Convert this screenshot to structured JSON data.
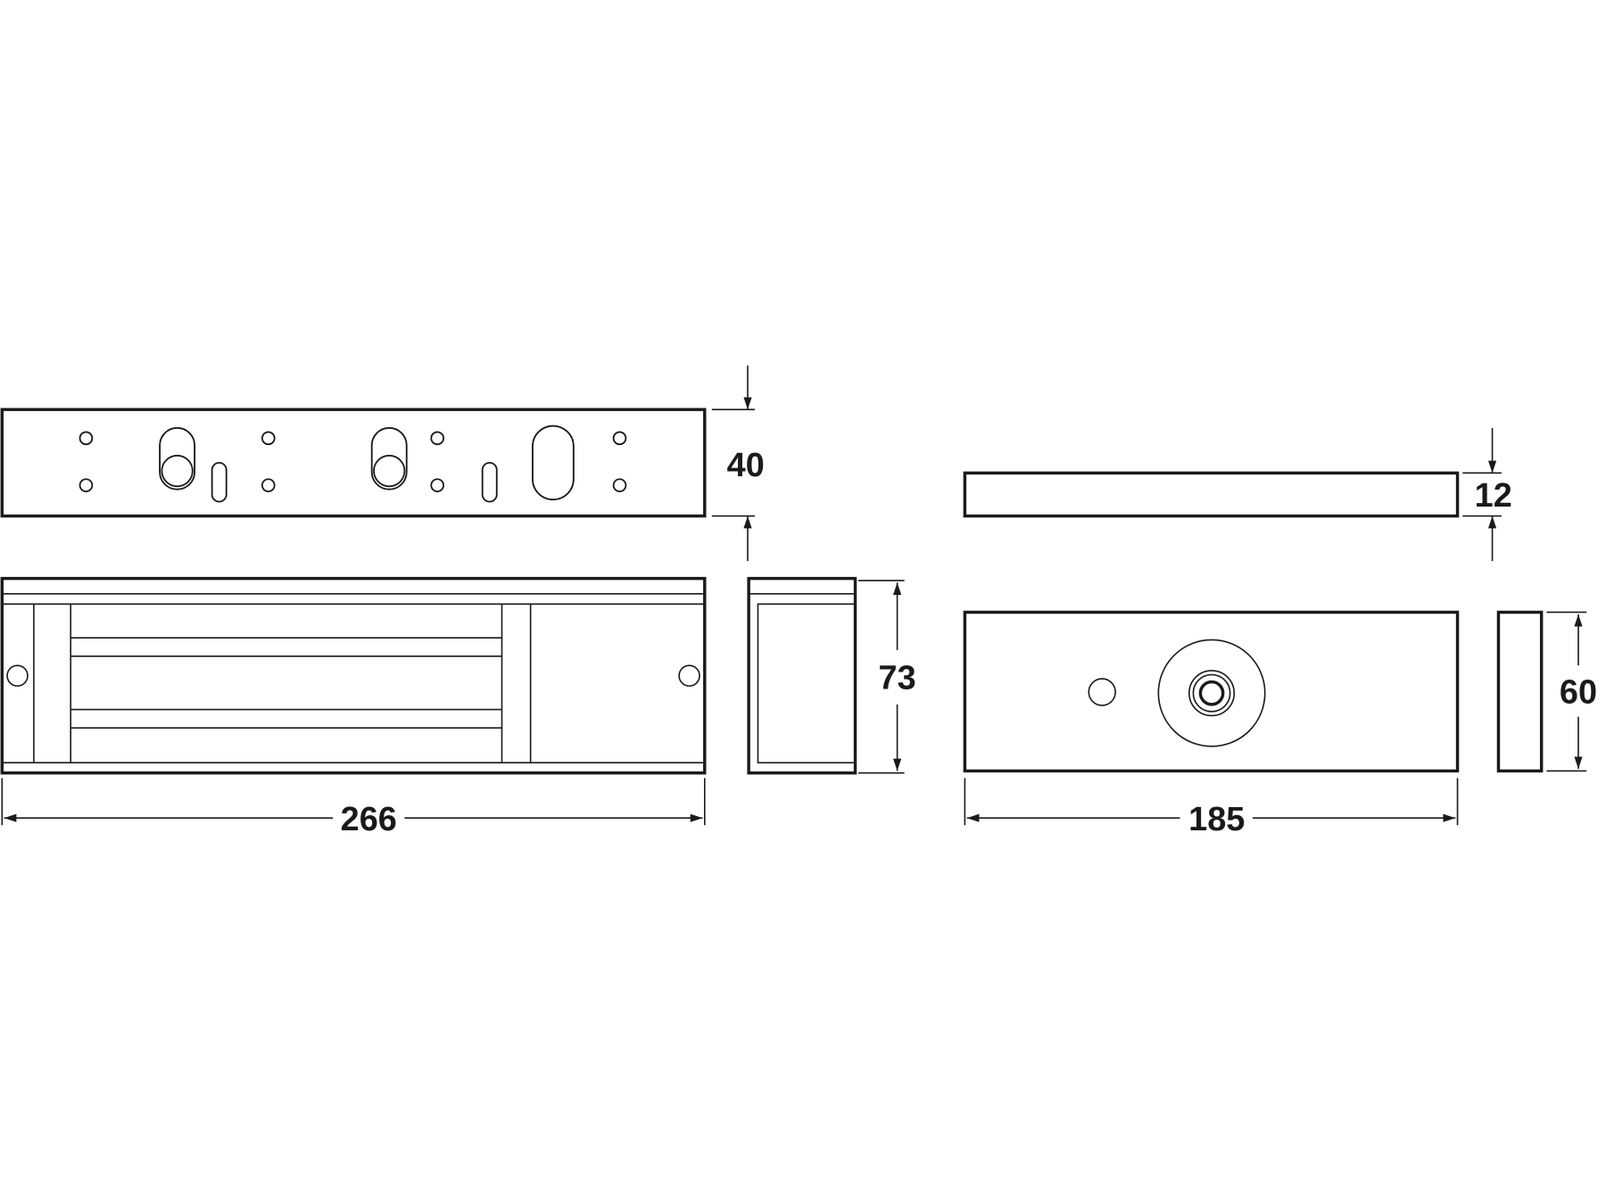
{
  "drawing": {
    "magnet_mounting_plate": {
      "height_label": "40"
    },
    "magnet_body": {
      "length_label": "266",
      "height_label": "73"
    },
    "armature_plate": {
      "thickness_label": "12",
      "length_label": "185",
      "height_label": "60"
    }
  },
  "colors": {
    "line": "#1a1a1a",
    "background": "#ffffff"
  }
}
